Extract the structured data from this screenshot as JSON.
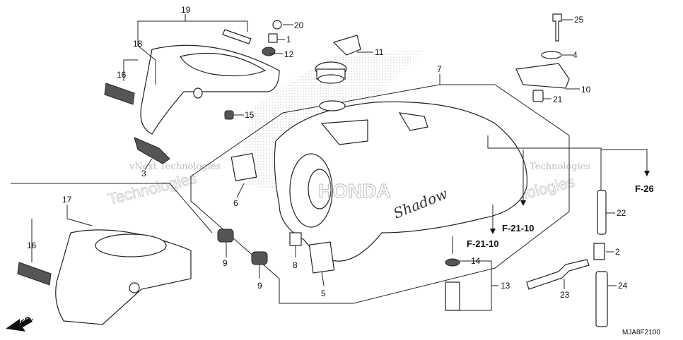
{
  "callouts": {
    "n1": "1",
    "n2": "2",
    "n3": "3",
    "n4": "4",
    "n5": "5",
    "n6": "6",
    "n7": "7",
    "n8": "8",
    "n9a": "9",
    "n9b": "9",
    "n10": "10",
    "n11": "11",
    "n12": "12",
    "n13": "13",
    "n14": "14",
    "n15": "15",
    "n16a": "16",
    "n16b": "16",
    "n17": "17",
    "n18": "18",
    "n19": "19",
    "n20": "20",
    "n21": "21",
    "n22": "22",
    "n23": "23",
    "n24": "24",
    "n25": "25"
  },
  "references": {
    "f26": "F-26",
    "f2110a": "F-21-10",
    "f2110b": "F-21-10"
  },
  "watermark": {
    "line1": "vNext Technologies",
    "line2": "vNext Technologies",
    "logo": "Technologies"
  },
  "direction_label": "FR.",
  "diagram_code": "MJA8F2100",
  "tank_brand": "Shadow",
  "tank_maker": "HONDA"
}
